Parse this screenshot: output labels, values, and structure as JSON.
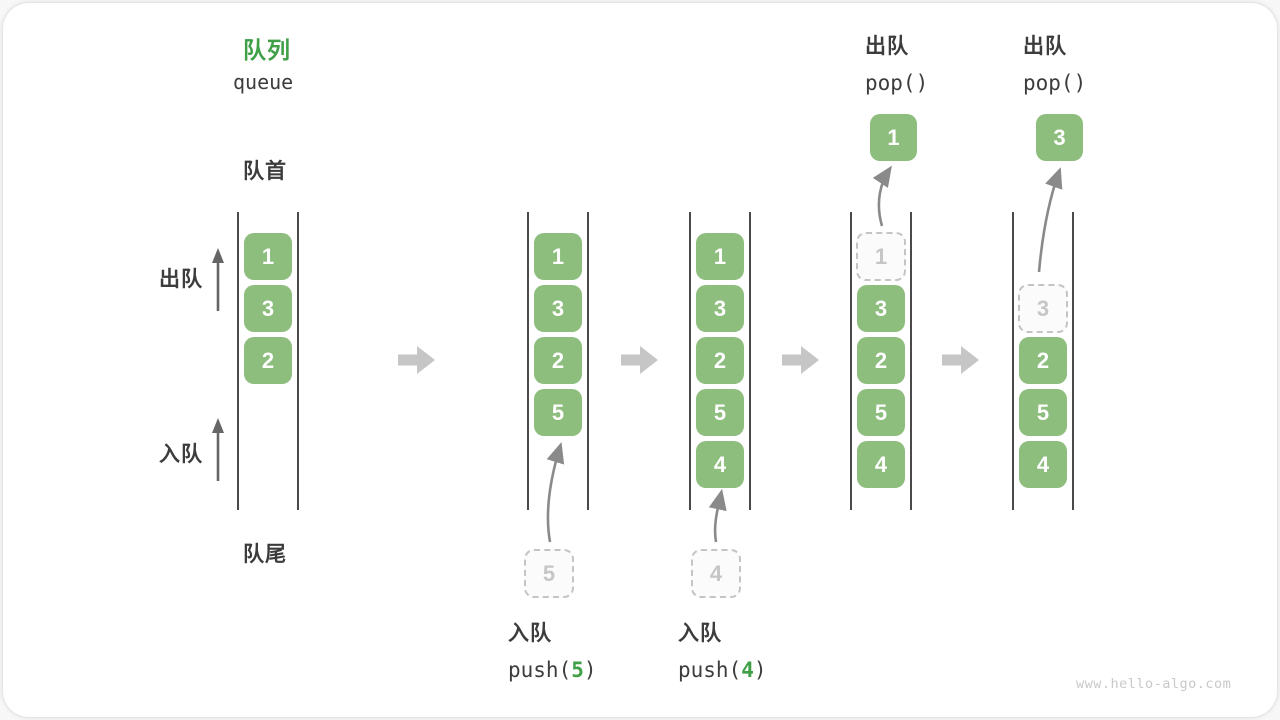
{
  "title": {
    "zh": "队列",
    "en": "queue"
  },
  "labels": {
    "front": "队首",
    "rear": "队尾",
    "dequeue": "出队",
    "enqueue": "入队"
  },
  "queues": {
    "q1": {
      "cells": [
        "1",
        "3",
        "2"
      ]
    },
    "q2": {
      "cells": [
        "1",
        "3",
        "2",
        "5"
      ],
      "incoming": "5"
    },
    "q3": {
      "cells": [
        "1",
        "3",
        "2",
        "5",
        "4"
      ],
      "incoming": "4"
    },
    "q4": {
      "ghost": "1",
      "cells": [
        "3",
        "2",
        "5",
        "4"
      ],
      "popped": "1"
    },
    "q5": {
      "ghost": "3",
      "cells": [
        "2",
        "5",
        "4"
      ],
      "popped": "3"
    }
  },
  "operations": {
    "pop_first": {
      "title": "出队",
      "code": "pop()"
    },
    "pop_second": {
      "title": "出队",
      "code": "pop()"
    },
    "push_first": {
      "title": "入队",
      "fn_open": "push(",
      "arg": "5",
      "fn_close": ")"
    },
    "push_second": {
      "title": "入队",
      "fn_open": "push(",
      "arg": "4",
      "fn_close": ")"
    }
  },
  "watermark": "www.hello-algo.com",
  "colors": {
    "accent_green": "#3FA047",
    "box_green": "#8DBE7E",
    "text_dark": "#3C3C3C",
    "wall_gray": "#4A4A4A",
    "ghost_gray": "#C4C4C4",
    "flow_arrow_gray": "#C6C6C6",
    "pointer_arrow_gray": "#8A8A8A"
  }
}
